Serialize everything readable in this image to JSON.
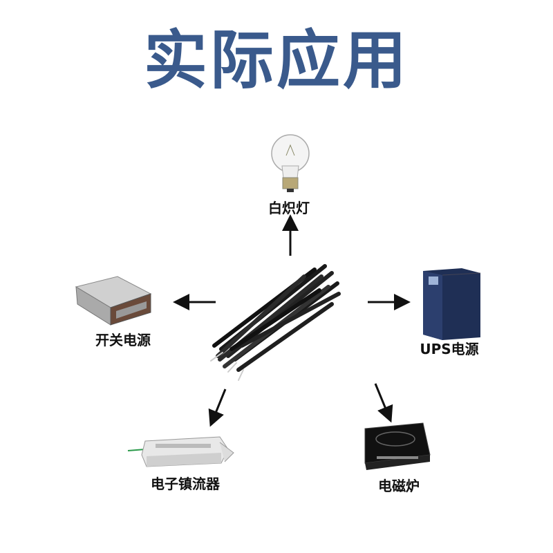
{
  "title": "实际应用",
  "center_product": "thermistor-bundle",
  "applications": [
    {
      "label": "白炽灯",
      "icon": "light-bulb-icon"
    },
    {
      "label": "开关电源",
      "icon": "switching-power-supply-icon"
    },
    {
      "label": "UPS电源",
      "icon": "ups-icon"
    },
    {
      "label": "电子镇流器",
      "icon": "ballast-icon"
    },
    {
      "label": "电磁炉",
      "icon": "induction-cooker-icon"
    }
  ],
  "colors": {
    "title": "#3a5a8c",
    "arrow": "#111111"
  }
}
